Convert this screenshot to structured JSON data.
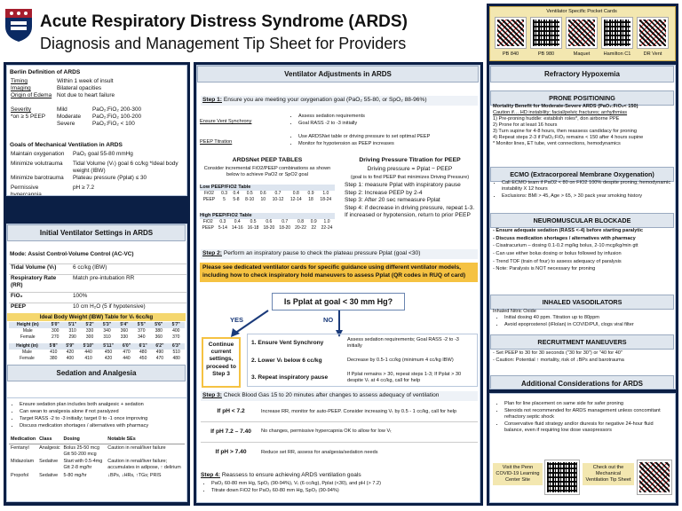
{
  "header": {
    "title": "Acute Respiratory Distress Syndrome (ARDS)",
    "subtitle": "Diagnosis and Management Tip Sheet for Providers"
  },
  "berlin": {
    "title": "Berlin Definition of ARDS",
    "rows": [
      [
        "Timing",
        "Within 1 week of insult"
      ],
      [
        "Imaging",
        "Bilateral opacities"
      ],
      [
        "Origin of Edema",
        "Not due to heart failure"
      ]
    ],
    "severity_label": "Severity",
    "peep_note": "*on ≥ 5 PEEP",
    "severity": [
      [
        "Mild",
        "PaO₂:FiO₂ 200-300"
      ],
      [
        "Moderate",
        "PaO₂:FiO₂ 100-200"
      ],
      [
        "Severe",
        "PaO₂:FiO₂ < 100"
      ]
    ]
  },
  "goals": {
    "title": "Goals of Mechanical Ventilation in ARDS",
    "rows": [
      [
        "Maintain oxygenation",
        "PaO₂ goal 55-80 mmHg"
      ],
      [
        "Minimize volutrauma",
        "Tidal Volume (Vₜ) goal 6 cc/kg *Ideal body weight (IBW)"
      ],
      [
        "Minimize barotrauma",
        "Plateau pressure (Pplat) ≤ 30"
      ],
      [
        "Permissive hypercapnia",
        "pH ≥ 7.2"
      ]
    ]
  },
  "initial": {
    "title": "Initial Ventilator Settings in ARDS",
    "mode": "Mode: Assist Control-Volume Control (AC-VC)",
    "rows": [
      [
        "Tidal Volume (Vₜ)",
        "6 cc/kg (IBW)"
      ],
      [
        "Respiratory Rate (RR)",
        "Match pre-intubation RR"
      ],
      [
        "FiO₂",
        "100%"
      ],
      [
        "PEEP",
        "10 cm H₂O (5 if hypotensive)"
      ]
    ]
  },
  "ibw": {
    "title": "Ideal Body Weight (IBW) Table for Vₜ 6cc/kg",
    "t1_head": [
      "Height (in)",
      "5'0\"",
      "5'1\"",
      "5'2\"",
      "5'3\"",
      "5'4\"",
      "5'5\"",
      "5'6\"",
      "5'7\""
    ],
    "t1_rows": [
      [
        "Male",
        "300",
        "310",
        "330",
        "340",
        "360",
        "370",
        "380",
        "400"
      ],
      [
        "Female",
        "270",
        "290",
        "300",
        "310",
        "330",
        "340",
        "360",
        "370"
      ]
    ],
    "t2_head": [
      "Height (in)",
      "5'8\"",
      "5'9\"",
      "5'10\"",
      "5'11\"",
      "6'0\"",
      "6'1\"",
      "6'2\"",
      "6'3\""
    ],
    "t2_rows": [
      [
        "Male",
        "410",
        "420",
        "440",
        "450",
        "470",
        "480",
        "490",
        "510"
      ],
      [
        "Female",
        "380",
        "400",
        "410",
        "420",
        "440",
        "450",
        "470",
        "480"
      ]
    ]
  },
  "sedation": {
    "title": "Sedation and Analgesia",
    "bullets": [
      "Ensure sedation plan includes both analgesic + sedation",
      "Can wean to analgesia alone if not paralyzed",
      "Target RASS -2 to -3 initially; target 0 to -1 once improving",
      "Discuss medication shortages / alternatives with pharmacy"
    ],
    "med_head": [
      "Medication",
      "Class",
      "Dosing",
      "Notable SEs"
    ],
    "meds": [
      [
        "Fentanyl",
        "Analgesic",
        "Bolus 25-50 mcg Gtt 50-200 mcg",
        "Caution in renal/liver failure"
      ],
      [
        "Midazolam",
        "Sedative",
        "Start with 0.5-4mg Gtt 2-8 mg/hr",
        "Caution in renal/liver failure; accumulates in adipose, ↑ delirium"
      ],
      [
        "Propofol",
        "Sedative",
        "5-80 mg/hr",
        "↓BPs, ↓HRs, ↑TGs; PRIS"
      ]
    ]
  },
  "vent": {
    "title": "Ventilator Adjustments in ARDS",
    "step1": "Step 1:",
    "step1_text": "Ensure you are meeting your oxygenation goal (PaO₂ 55-80, or SpO₂ 88-96%)",
    "evs": "Ensure Vent Synchrony",
    "evs_b": [
      "Assess sedation requirements",
      "Goal RASS -2 to -3 initially"
    ],
    "peep": "PEEP Titration",
    "peep_b": [
      "Use ARDSNet table or driving pressure to set optimal PEEP",
      "Monitor for hypotension as PEEP increases"
    ],
    "ardsnet_title": "ARDSNet PEEP TABLES",
    "ardsnet_sub": "Consider incremental FiO2/PEEP combinations as shown below to achieve PaO2 or SpO2 goal",
    "low_title": "Low PEEP/FiO2 Table",
    "low_fio2": [
      "FiO2",
      "0.3",
      "0.4",
      "0.5",
      "0.6",
      "0.7",
      "0.8",
      "0.9",
      "1.0"
    ],
    "low_peep": [
      "PEEP",
      "5",
      "5-8",
      "8-10",
      "10",
      "10-12",
      "12-14",
      "18",
      "18-24"
    ],
    "high_title": "High PEEP/FiO2 Table",
    "high_fio2": [
      "FiO2",
      "0.3",
      "0.4",
      "0.5",
      "0.6",
      "0.7",
      "0.8",
      "0.9",
      "1.0"
    ],
    "high_peep": [
      "PEEP",
      "5-14",
      "14-16",
      "16-18",
      "18-20",
      "18-20",
      "20-22",
      "22",
      "22-24"
    ],
    "dp_title": "Driving Pressure Titration for PEEP",
    "dp_formula": "Driving pressure = Pplat − PEEP",
    "dp_goal": "(goal is to find PEEP that minimizes Driving Pressure)",
    "dp_steps": [
      "Step 1: measure Pplat with inspiratory pause",
      "Step 2: Increase PEEP by 2-4",
      "Step 3: After 20 sec remeasure Pplat",
      "Step 4: if decrease in driving pressure, repeat 1-3. If increased or hypotension, return to prior PEEP"
    ],
    "step2": "Step 2:",
    "step2_text": "Perform an inspiratory pause to check the plateau pressure Pplat (goal <30)",
    "note": "Please see dedicated ventilator cards for specific guidance using different ventilator models, including how to check inspiratory hold maneuvers to assess Pplat (QR codes in RUQ of card)",
    "question": "Is Pplat at goal < 30 mm Hg?",
    "yes": "YES",
    "no": "NO",
    "continue": "Continue current settings, proceed to Step 3",
    "no_rows": [
      [
        "1. Ensure Vent Synchrony",
        "Assess sedation requirements; Goal RASS -2 to -3 initially"
      ],
      [
        "2. Lower Vₜ below 6 cc/kg",
        "Decrease by 0.5-1 cc/kg (minimum 4 cc/kg IBW)"
      ],
      [
        "3. Repeat inspiratory pause",
        "If Pplat remains > 30, repeat steps 1-3; If Pplat > 30 despite Vₜ at 4 cc/kg, call for help"
      ]
    ],
    "step3": "Step 3:",
    "step3_text": "Check Blood Gas 15 to 20 minutes after changes to assess adequacy of ventilation",
    "ph_rows": [
      [
        "If pH < 7.2",
        "Increase RR, monitor for auto-PEEP. Consider increasing Vₜ by 0.5 - 1 cc/kg, call for help"
      ],
      [
        "If pH 7.2 – 7.40",
        "No changes, permissive hypercapnia OK to allow for low Vₜ"
      ],
      [
        "If pH > 7.40",
        "Reduce set RR, assess for analgesia/sedation needs"
      ]
    ],
    "step4": "Step 4:",
    "step4_text": "Reassess to ensure achieving ARDS ventilation goals",
    "step4_b": [
      "PaO₂ 60-80 mm Hg, SpO₂ (90-94%), Vₜ (6 cc/kg), Pplat (<30), and pH (> 7.2)",
      "Titrate down FiO2 for PaO₂ 60-80 mm Hg, SpO₂ (90-94%)"
    ]
  },
  "pocket": {
    "title": "Ventilator Specific Pocket Cards",
    "labels": [
      "PB 840",
      "PB 980",
      "Maquet",
      "Hamilton C1",
      "DR Vent"
    ]
  },
  "refractory": {
    "title": "Refractory Hypoxemia",
    "prone_title": "PRONE POSITIONING",
    "prone_lines": [
      "Mortality Benefit for Moderate-Severe ARDS (PaO₂:FiO₂< 150)",
      "Caution if… HD instability; facial/pelvic fractures; arrhythmias",
      "1) Pre-proning huddle: establish roles*, don airborne PPE",
      "2) Prone for at least 16 hours",
      "3) Turn supine for 4-8 hours, then reassess candidacy for proning",
      "4) Repeat steps 2-3 if PaO₂:FiO₂ remains < 150 after 4 hours supine",
      "* Monitor lines, ET tube, vent connections, hemodynamics"
    ],
    "ecmo_title": "ECMO (Extracorporeal Membrane Oxygenation)",
    "ecmo_b": [
      "Call ECMO team if PaO2 < 80 on FIO2 100% despite proning, hemodynamic instability X 12 hours",
      "Exclusions: BMI > 45, Age > 65, > 30 pack year smoking history"
    ],
    "nmb_title": "NEUROMUSCULAR BLOCKADE",
    "nmb_lines": [
      "- Ensure adequate sedation (RASS <-4) before starting paralytic",
      "- Discuss medication shortages / alternatives with pharmacy",
      "- Cisatracurium – dosing 0.1-0.2 mg/kg bolus, 2-10 mcg/kg/min gtt",
      "- Can use either bolus dosing or bolus followed by infusion",
      "- Trend TOF (train of four) to assess adequacy of paralysis",
      "- Note: Paralysis is NOT necessary for proning"
    ],
    "vaso_title": "INHALED VASODILATORS",
    "vaso_head": "Inhaled Nitric Oxide",
    "vaso_b": [
      "Initial dosing 40 ppm. Titration up to 80ppm",
      "Avoid epoprostenol (iFlolan) in COVID/PUI, clogs viral filter"
    ],
    "rec_title": "RECRUITMENT MANEUVERS",
    "rec_lines": [
      "- Set PEEP to 30 for 30 seconds (\"30 for 30\") or \"40 for 40\"",
      "- Caution: Potential ↑ mortality, risk of ↓BPs and barotrauma"
    ]
  },
  "additional": {
    "title": "Additional Considerations for ARDS",
    "bullets": [
      "Plan for line placement on same side for safer proning",
      "Steroids not recommended for ARDS management unless concomitant refractory septic shock",
      "Conservative fluid strategy and/or diuresis for negative 24-hour fluid balance, even if requiring low dose vasopressors"
    ],
    "left": "Visit the Penn COVID-19 Learning Center Site",
    "right": "Check out the Mechanical Ventilation Tip Sheet"
  }
}
